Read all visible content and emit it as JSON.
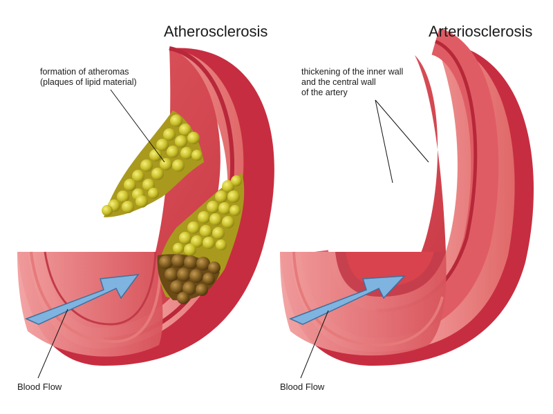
{
  "panels": [
    {
      "title": "Atherosclerosis",
      "annotation": [
        "formation of atheromas",
        "(plaques of lipid material)"
      ],
      "flow_label": "Blood Flow"
    },
    {
      "title": "Arteriosclerosis",
      "annotation": [
        "thickening of the inner wall",
        "and the central wall",
        "of the artery"
      ],
      "flow_label": "Blood Flow"
    }
  ],
  "colors": {
    "artery_outer": "#c2243a",
    "artery_wall": "#e45e63",
    "artery_lumen": "#d9434d",
    "wall_highlight": "#f08a8a",
    "plaque_yellow": "#c8c02a",
    "plaque_brown": "#7a5a1e",
    "arrow_blue": "#7fb3e0"
  }
}
